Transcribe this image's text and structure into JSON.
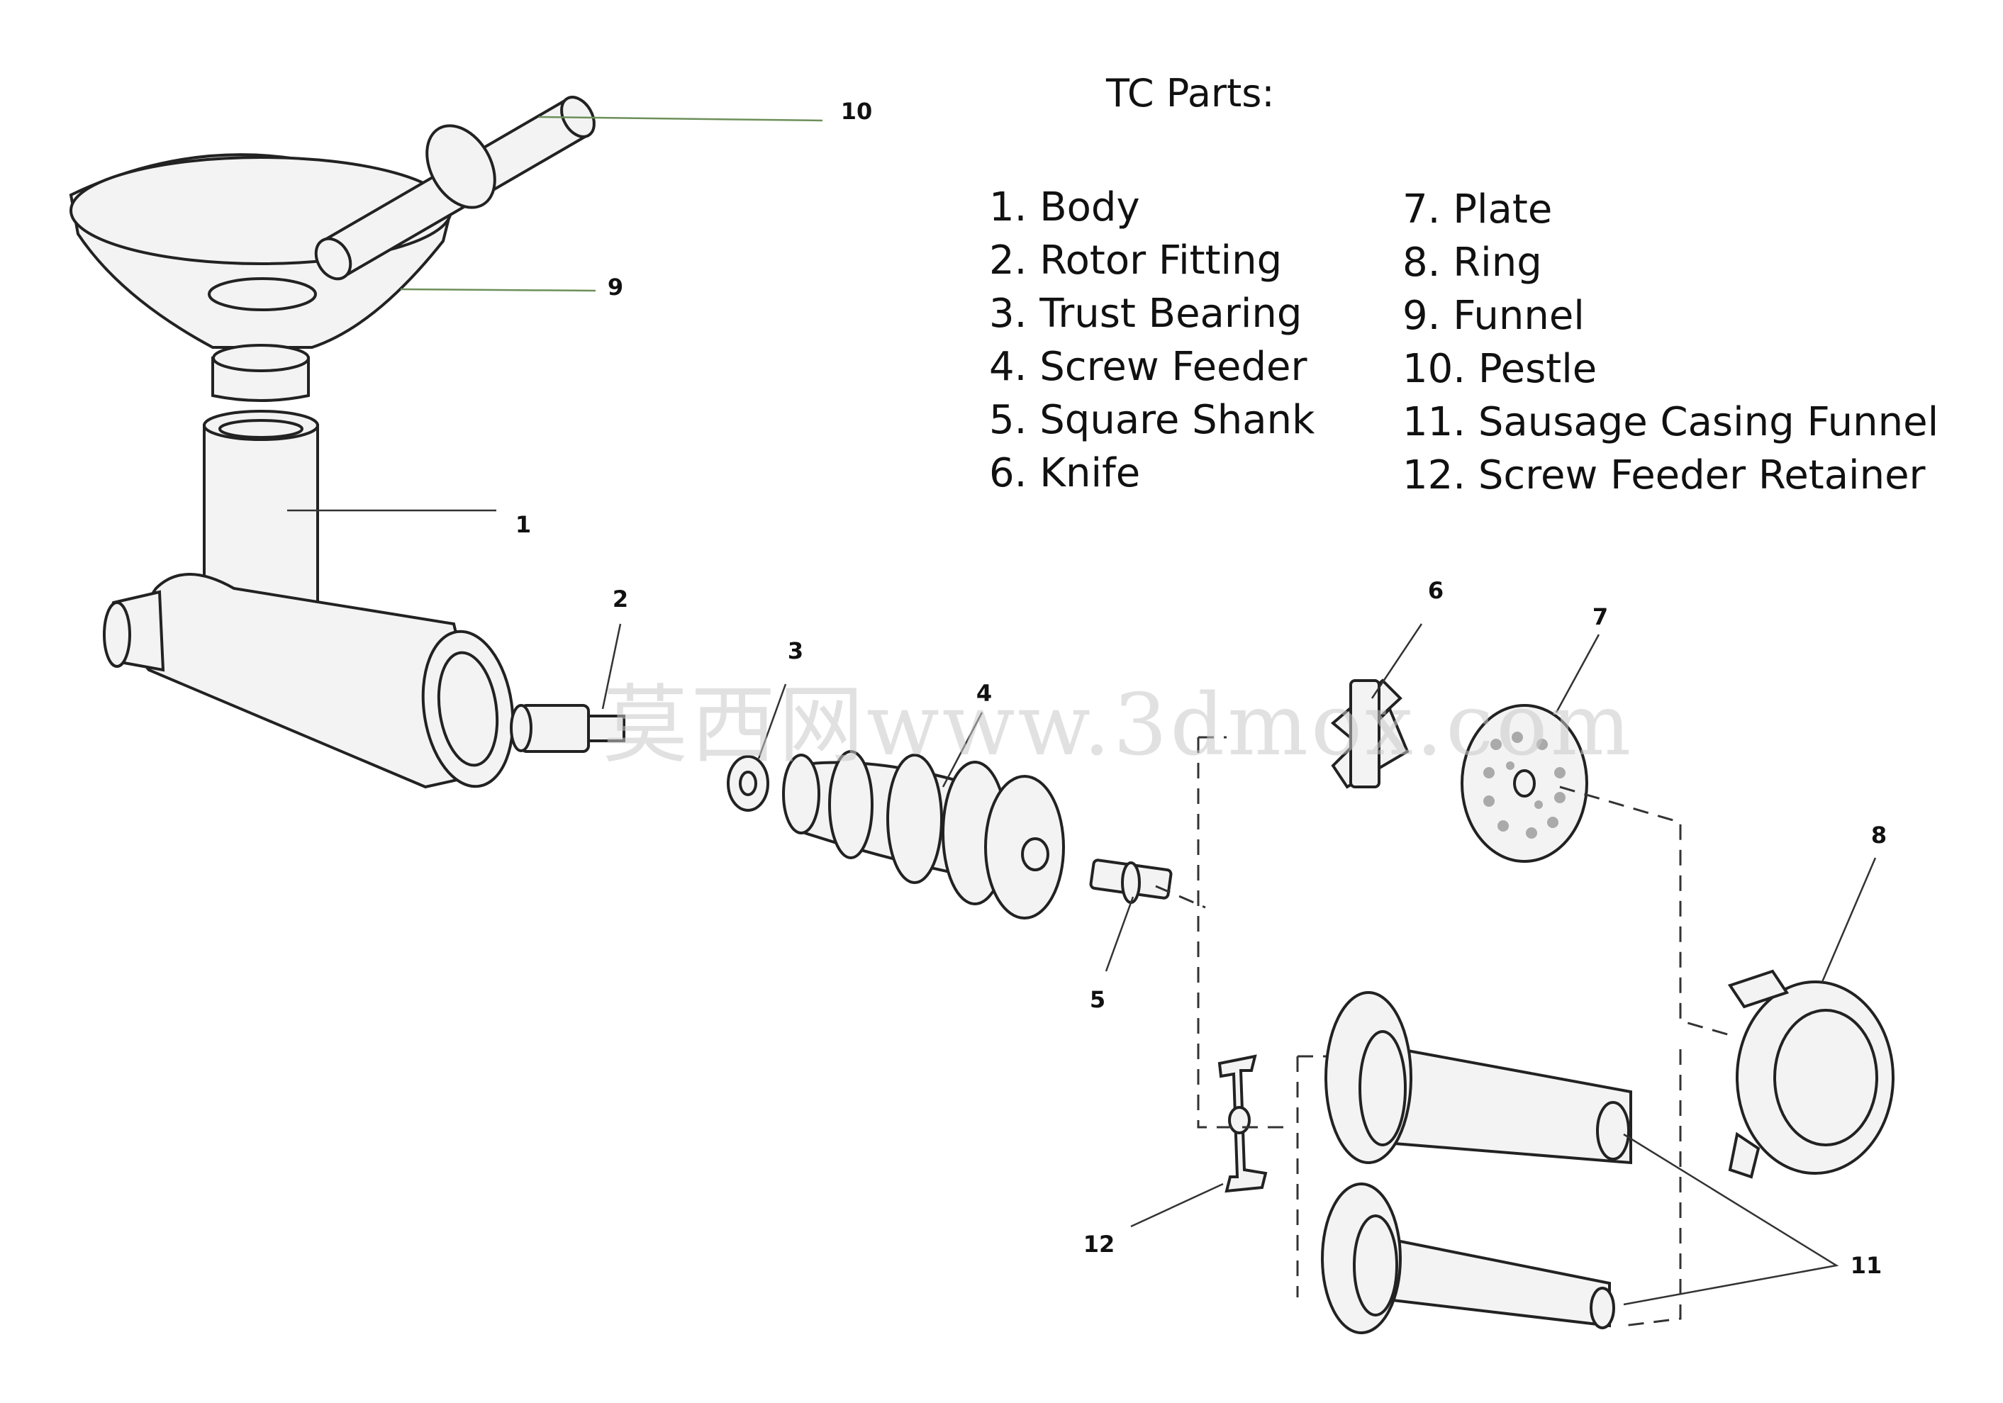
{
  "legend": {
    "title": "TC Parts:",
    "left_items": [
      "1. Body",
      "2. Rotor Fitting",
      "3. Trust Bearing",
      "4. Screw Feeder",
      "5. Square Shank",
      "6. Knife"
    ],
    "right_items": [
      "7. Plate",
      "8. Ring",
      "9. Funnel",
      "10. Pestle",
      "11. Sausage Casing Funnel",
      "12. Screw Feeder Retainer"
    ]
  },
  "callouts": {
    "c1": "1",
    "c2": "2",
    "c3": "3",
    "c4": "4",
    "c5": "5",
    "c6": "6",
    "c7": "7",
    "c8": "8",
    "c9": "9",
    "c10": "10",
    "c11": "11",
    "c12": "12"
  },
  "watermark": "莫西网www.3dmox.com"
}
